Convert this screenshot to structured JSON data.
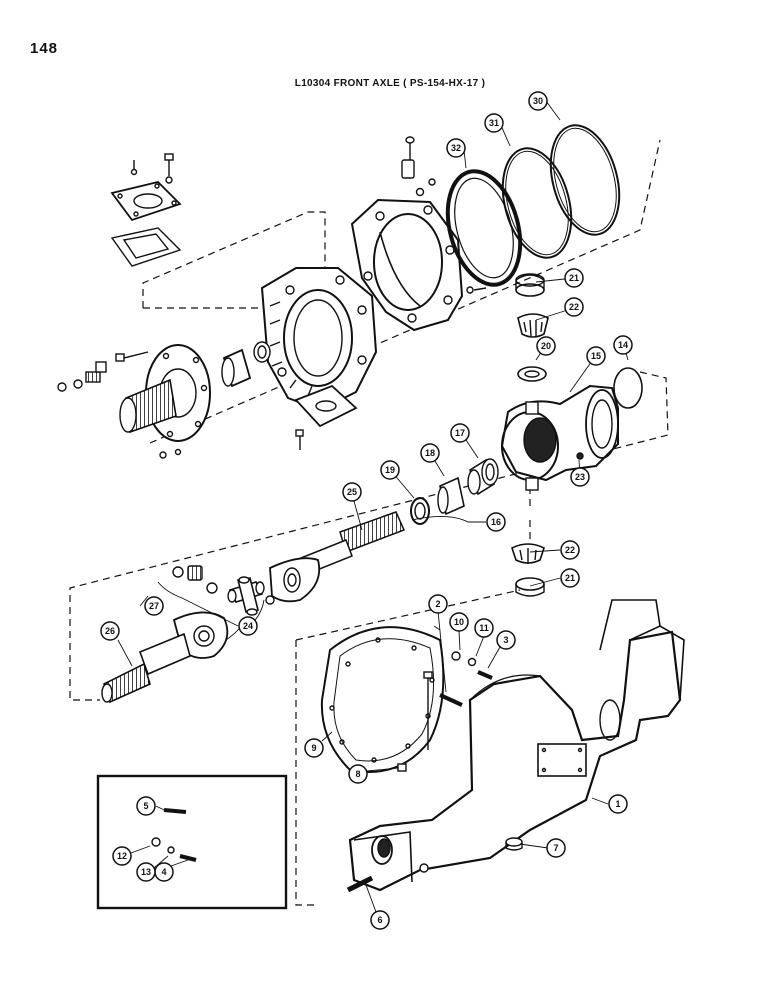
{
  "page": {
    "number": "148",
    "title": "L10304 FRONT AXLE ( PS-154-HX-17 )"
  },
  "callouts": [
    "1",
    "2",
    "3",
    "4",
    "5",
    "6",
    "7",
    "8",
    "9",
    "10",
    "11",
    "12",
    "13",
    "14",
    "15",
    "16",
    "17",
    "18",
    "19",
    "20",
    "21",
    "22",
    "23",
    "24",
    "25",
    "26",
    "27",
    "30",
    "31",
    "32"
  ],
  "colors": {
    "ink": "#111111",
    "paper": "#ffffff",
    "shade": "#333333"
  }
}
